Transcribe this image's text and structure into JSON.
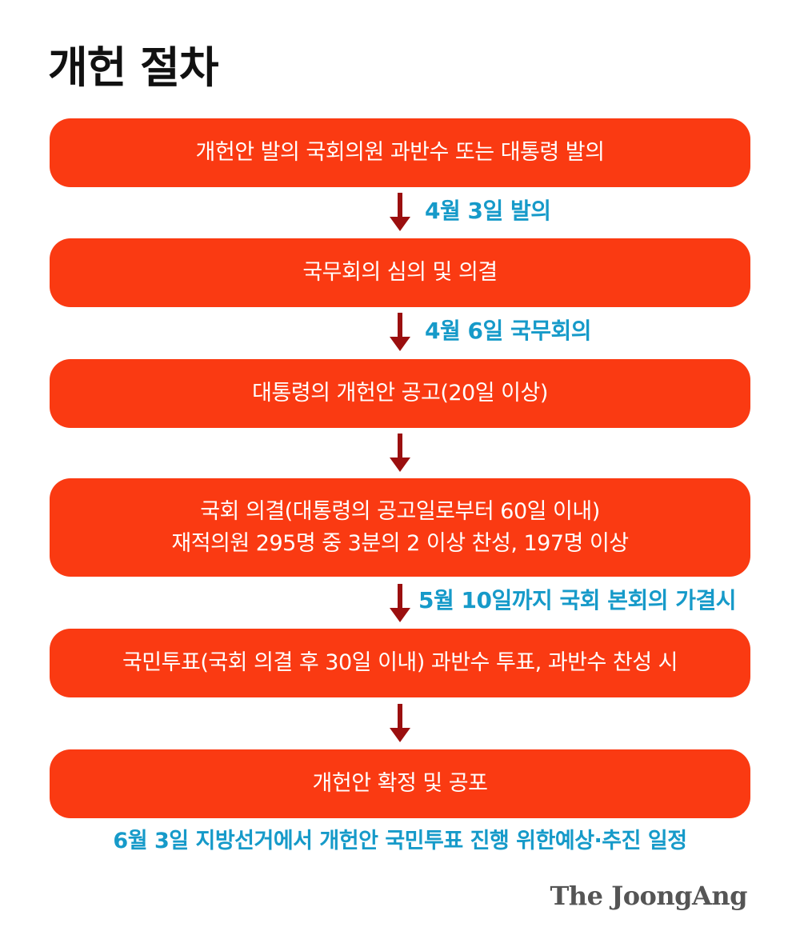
{
  "title": "개헌 절차",
  "accent_color": "#fa3a12",
  "note_color": "#169ac9",
  "arrow_color": "#9b0f0f",
  "steps": [
    {
      "lines": [
        "개헌안 발의 국회의원 과반수 또는 대통령 발의"
      ]
    },
    {
      "lines": [
        "국무회의 심의 및 의결"
      ]
    },
    {
      "lines": [
        "대통령의 개헌안 공고(20일 이상)"
      ]
    },
    {
      "lines": [
        "국회 의결(대통령의 공고일로부터 60일 이내)",
        "재적의원 295명 중 3분의 2 이상 찬성, 197명 이상"
      ]
    },
    {
      "lines": [
        "국민투표(국회 의결 후 30일 이내) 과반수 투표, 과반수 찬성 시"
      ]
    },
    {
      "lines": [
        "개헌안 확정 및 공포"
      ]
    }
  ],
  "notes": {
    "after_step_1": "4월 3일 발의",
    "after_step_2": "4월 6일 국무회의",
    "after_step_4": "5월 10일까지 국회 본회의 가결시"
  },
  "footnote": "6월 3일 지방선거에서 개헌안 국민투표 진행 위한예상·추진 일정",
  "logo_text": "The JoongAng"
}
